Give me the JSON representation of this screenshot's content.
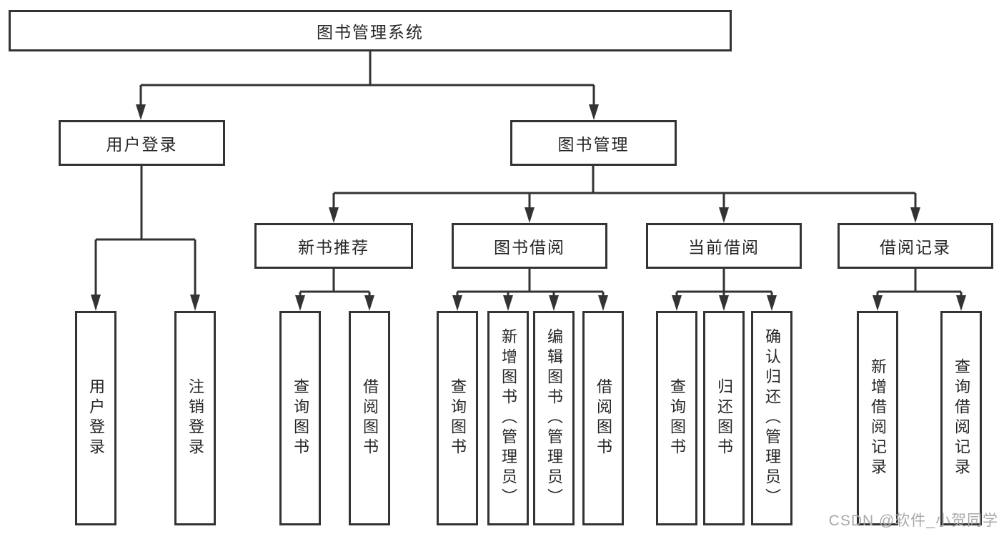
{
  "diagram": {
    "root": {
      "label": "图书管理系统"
    },
    "level2": [
      {
        "label": "用户登录"
      },
      {
        "label": "图书管理"
      }
    ],
    "level3": [
      {
        "label": "新书推荐"
      },
      {
        "label": "图书借阅"
      },
      {
        "label": "当前借阅"
      },
      {
        "label": "借阅记录"
      }
    ],
    "leaves": [
      {
        "label": "用户登录"
      },
      {
        "label": "注销登录"
      },
      {
        "label": "查询图书"
      },
      {
        "label": "借阅图书"
      },
      {
        "label": "查询图书"
      },
      {
        "label": "新增图书（管理员）"
      },
      {
        "label": "编辑图书（管理员）"
      },
      {
        "label": "借阅图书"
      },
      {
        "label": "查询图书"
      },
      {
        "label": "归还图书"
      },
      {
        "label": "确认归还（管理员）"
      },
      {
        "label": "新增借阅记录"
      },
      {
        "label": "查询借阅记录"
      }
    ]
  },
  "watermark": {
    "text": "CSDN @软件_小贺同学"
  },
  "colors": {
    "line": "#333333",
    "text": "#262626",
    "background": "#ffffff",
    "watermark": "#a9a9a9"
  }
}
